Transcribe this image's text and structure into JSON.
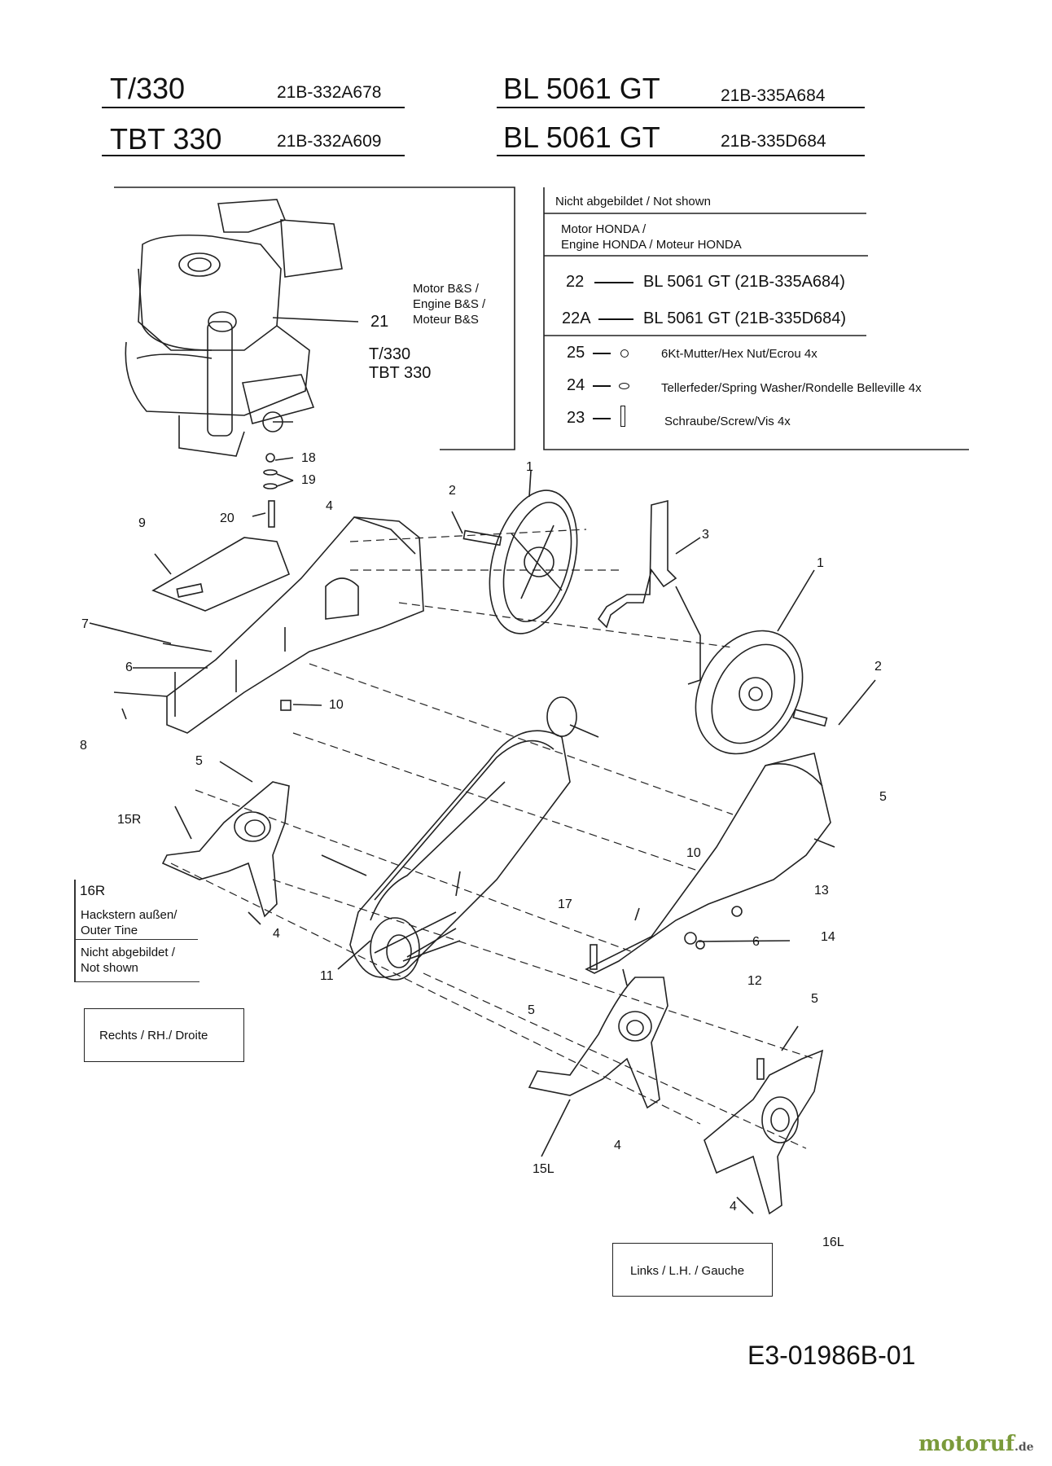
{
  "header": {
    "models": [
      {
        "name": "T/330",
        "code": "21B-332A678"
      },
      {
        "name": "TBT 330",
        "code": "21B-332A609"
      },
      {
        "name": "BL 5061 GT",
        "code": "21B-335A684"
      },
      {
        "name": "BL 5061 GT",
        "code": "21B-335D684"
      }
    ]
  },
  "engine_box": {
    "motor_label": [
      "Motor B&S /",
      "Engine B&S /",
      "Moteur B&S"
    ],
    "part_number": "21",
    "models": [
      "T/330",
      "TBT 330"
    ]
  },
  "not_shown_box": {
    "title": "Nicht abgebildet / Not shown",
    "motor_label": [
      "Motor HONDA /",
      "Engine HONDA / Moteur HONDA"
    ],
    "engines": [
      {
        "num": "22",
        "text": "BL 5061 GT (21B-335A684)"
      },
      {
        "num": "22A",
        "text": "BL 5061 GT (21B-335D684)"
      }
    ],
    "hardware": [
      {
        "num": "25",
        "text": "6Kt-Mutter/Hex Nut/Ecrou  4x"
      },
      {
        "num": "24",
        "text": "Tellerfeder/Spring Washer/Rondelle Belleville  4x"
      },
      {
        "num": "23",
        "text": "Schraube/Screw/Vis    4x"
      }
    ]
  },
  "callouts": [
    "18",
    "19",
    "20",
    "4",
    "9",
    "2",
    "1",
    "3",
    "1",
    "7",
    "6",
    "10",
    "8",
    "2",
    "5",
    "15R",
    "5",
    "10",
    "13",
    "17",
    "14",
    "6",
    "4",
    "11",
    "12",
    "5",
    "5",
    "4",
    "15L",
    "4",
    "16L"
  ],
  "outer_tine_box": {
    "num": "16R",
    "label": [
      "Hackstern außen/",
      "Outer Tine"
    ],
    "note": [
      "Nicht abgebildet /",
      "Not shown"
    ]
  },
  "side_labels": {
    "right": "Rechts / RH./ Droite",
    "left": "Links / L.H. / Gauche"
  },
  "drawing_number": "E3-01986B-01",
  "watermark": {
    "brand": "motoruf",
    "suffix": ".de"
  }
}
